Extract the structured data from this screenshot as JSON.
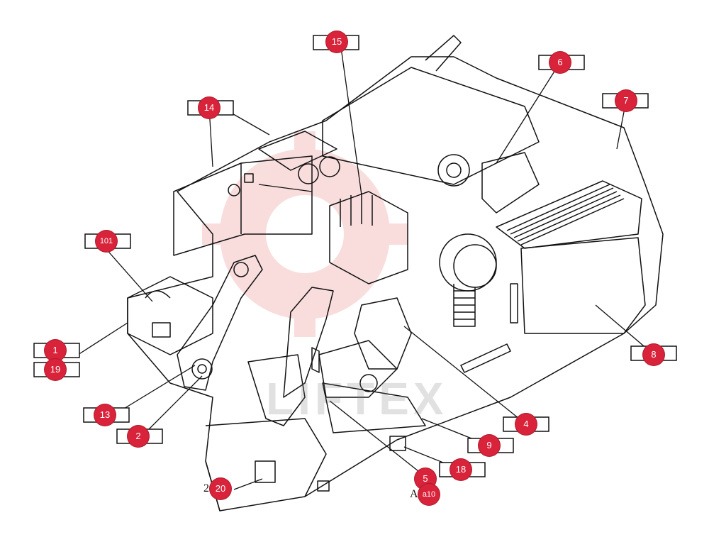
{
  "watermark": "LIFTEX",
  "callouts": [
    {
      "id": "c15",
      "label": "15"
    },
    {
      "id": "c6",
      "label": "6"
    },
    {
      "id": "c7",
      "label": "7"
    },
    {
      "id": "c14",
      "label": "14"
    },
    {
      "id": "c101",
      "label": "101"
    },
    {
      "id": "c1",
      "label": "1"
    },
    {
      "id": "c19",
      "label": "19"
    },
    {
      "id": "c13",
      "label": "13"
    },
    {
      "id": "c2",
      "label": "2"
    },
    {
      "id": "c8",
      "label": "8"
    },
    {
      "id": "c4",
      "label": "4"
    },
    {
      "id": "c9",
      "label": "9"
    },
    {
      "id": "c18",
      "label": "18"
    },
    {
      "id": "c20",
      "label": "20"
    },
    {
      "id": "c5",
      "label": "5"
    },
    {
      "id": "ca10",
      "label": "a10"
    }
  ],
  "stray_text": {
    "left_20": "2",
    "left_a10": "A"
  }
}
